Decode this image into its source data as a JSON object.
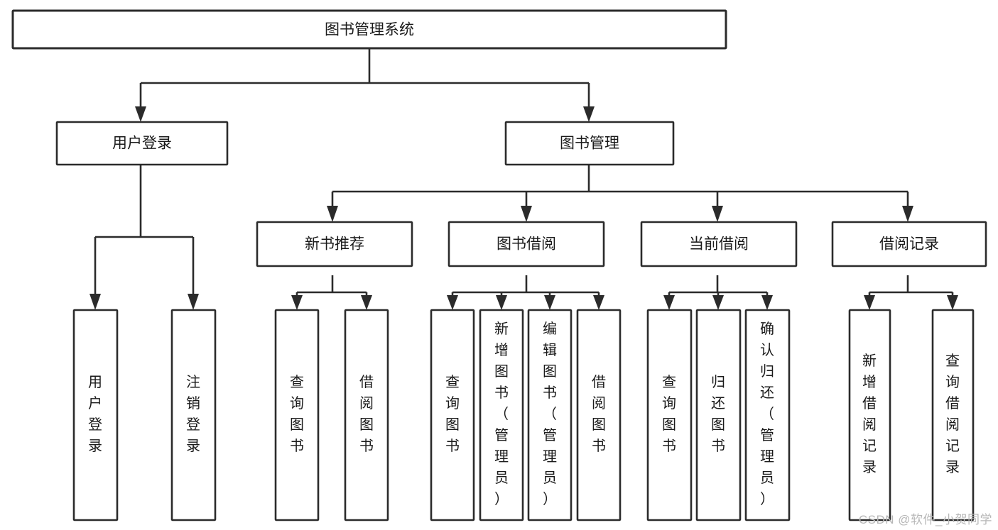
{
  "diagram": {
    "title": "图书管理系统",
    "type": "tree-hierarchy-diagram",
    "root": {
      "id": "root",
      "label": "图书管理系统",
      "orientation": "horizontal"
    },
    "level2": [
      {
        "id": "user-login",
        "label": "用户登录",
        "orientation": "horizontal"
      },
      {
        "id": "book-management",
        "label": "图书管理",
        "orientation": "horizontal"
      }
    ],
    "level3": [
      {
        "id": "new-book-recommend",
        "label": "新书推荐",
        "orientation": "horizontal",
        "parent": "book-management"
      },
      {
        "id": "book-borrow",
        "label": "图书借阅",
        "orientation": "horizontal",
        "parent": "book-management"
      },
      {
        "id": "current-borrow",
        "label": "当前借阅",
        "orientation": "horizontal",
        "parent": "book-management"
      },
      {
        "id": "borrow-record",
        "label": "借阅记录",
        "orientation": "horizontal",
        "parent": "book-management"
      }
    ],
    "leaves": {
      "user_login": [
        {
          "id": "leaf-user-login",
          "label": "用户登录",
          "orientation": "vertical"
        },
        {
          "id": "leaf-logout-login",
          "label": "注销登录",
          "orientation": "vertical"
        }
      ],
      "new_book_recommend": [
        {
          "id": "leaf-query-book-1",
          "label": "查询图书",
          "orientation": "vertical"
        },
        {
          "id": "leaf-borrow-book-1",
          "label": "借阅图书",
          "orientation": "vertical"
        }
      ],
      "book_borrow": [
        {
          "id": "leaf-query-book-2",
          "label": "查询图书",
          "orientation": "vertical"
        },
        {
          "id": "leaf-add-book-admin",
          "label": "新增图书（管理员）",
          "orientation": "vertical"
        },
        {
          "id": "leaf-edit-book-admin",
          "label": "编辑图书（管理员）",
          "orientation": "vertical"
        },
        {
          "id": "leaf-borrow-book-2",
          "label": "借阅图书",
          "orientation": "vertical"
        }
      ],
      "current_borrow": [
        {
          "id": "leaf-query-book-3",
          "label": "查询图书",
          "orientation": "vertical"
        },
        {
          "id": "leaf-return-book",
          "label": "归还图书",
          "orientation": "vertical"
        },
        {
          "id": "leaf-confirm-return-admin",
          "label": "确认归还（管理员）",
          "orientation": "vertical"
        }
      ],
      "borrow_record": [
        {
          "id": "leaf-add-borrow-record",
          "label": "新增借阅记录",
          "orientation": "vertical"
        },
        {
          "id": "leaf-query-borrow-record",
          "label": "查询借阅记录",
          "orientation": "vertical"
        }
      ]
    },
    "colors": {
      "stroke": "#2b2b2b",
      "box_fill": "#ffffff",
      "text": "#1a1a1a",
      "background": "#ffffff",
      "watermark": "#b7b7b7"
    }
  },
  "watermark": {
    "text": "CSDN @软件_小贺同学"
  }
}
